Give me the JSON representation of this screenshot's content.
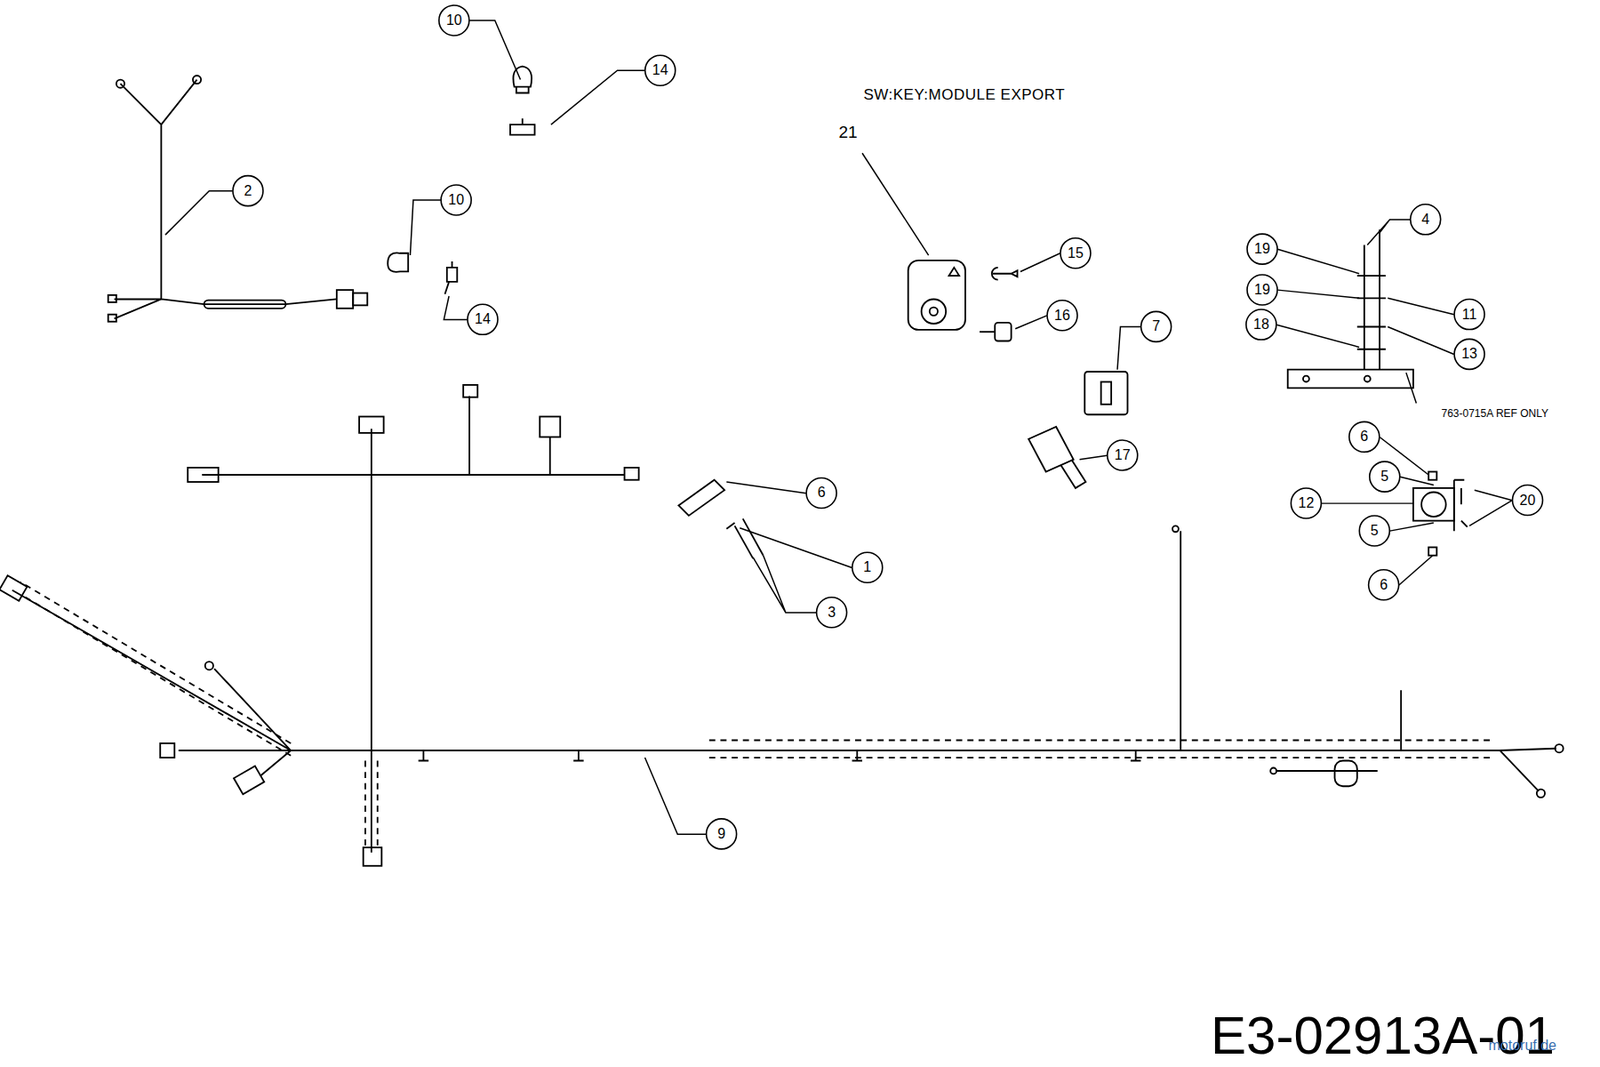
{
  "diagram": {
    "labels": [
      "10",
      "14",
      "2",
      "10",
      "14",
      "SW:KEY:MODULE EXPORT",
      "21",
      "15",
      "16",
      "7",
      "17",
      "4",
      "19",
      "19",
      "11",
      "18",
      "13",
      "763-0715A REF ONLY",
      "6",
      "5",
      "20",
      "12",
      "5",
      "6",
      "1",
      "3",
      "6",
      "9",
      "E3-02913A-01",
      "motoruf.de"
    ]
  }
}
